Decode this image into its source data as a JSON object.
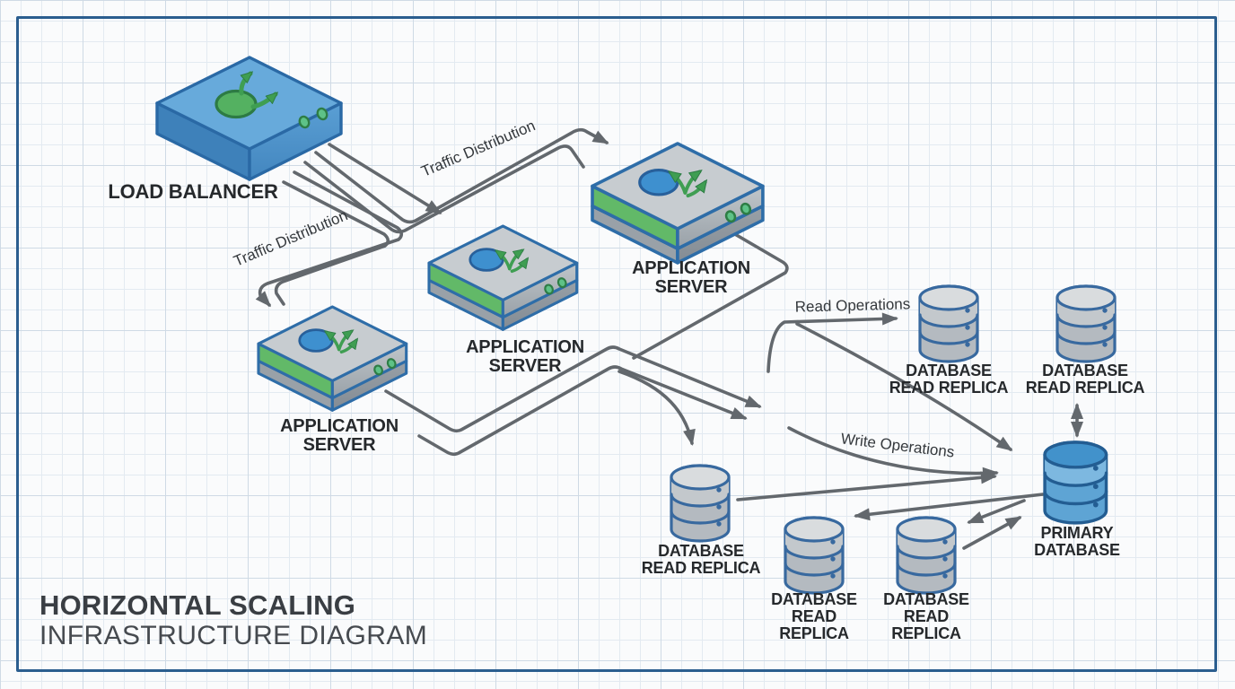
{
  "title": {
    "line1": "HORIZONTAL SCALING",
    "line2": "INFRASTRUCTURE DIAGRAM"
  },
  "nodes": {
    "load_balancer": {
      "label": "LOAD BALANCER",
      "type": "load-balancer"
    },
    "app_server_top": {
      "label": "APPLICATION\nSERVER",
      "type": "application-server"
    },
    "app_server_middle": {
      "label": "APPLICATION\nSERVER",
      "type": "application-server"
    },
    "app_server_bottom": {
      "label": "APPLICATION\nSERVER",
      "type": "application-server"
    },
    "read_replica_top_left": {
      "label": "DATABASE\nREAD REPLICA",
      "type": "database-read-replica"
    },
    "read_replica_top_right": {
      "label": "DATABASE\nREAD REPLICA",
      "type": "database-read-replica"
    },
    "primary_database": {
      "label": "PRIMARY\nDATABASE",
      "type": "primary-database"
    },
    "read_replica_bottom_left": {
      "label": "DATABASE\nREAD REPLICA",
      "type": "database-read-replica"
    },
    "read_replica_bottom_middle": {
      "label": "DATABASE\nREAD\nREPLICA",
      "type": "database-read-replica"
    },
    "read_replica_bottom_right": {
      "label": "DATABASE\nREAD\nREPLICA",
      "type": "database-read-replica"
    }
  },
  "edge_labels": {
    "traffic_distribution_upper": "Traffic Distribution",
    "traffic_distribution_lower": "Traffic Distribution",
    "read_operations": "Read Operations",
    "write_operations": "Write Operations"
  },
  "colors": {
    "frame": "#2b5e8f",
    "paper": "#fafbfc",
    "grid_minor": "#e3eaf1",
    "grid_major": "#cfdae5",
    "arrow": "#63686d",
    "label_text": "#26292c",
    "edge_label_text": "#34383c",
    "title_primary": "#3a3e43",
    "title_secondary": "#464a4f",
    "node_outline": "#2e6da8",
    "lb_top": "#67aadb",
    "lb_side": "#3e81ba",
    "lb_front": "#4e96cd",
    "server_top": "#c7ccd0",
    "server_green": "#62b968",
    "server_gray": "#99a1a8",
    "db_gray_top": "#d9dcde",
    "db_gray_body": "#b4bac0",
    "db_blue_top": "#4292cb",
    "db_blue_body": "#5ea4d4",
    "icon_green": "#3f9e52"
  }
}
